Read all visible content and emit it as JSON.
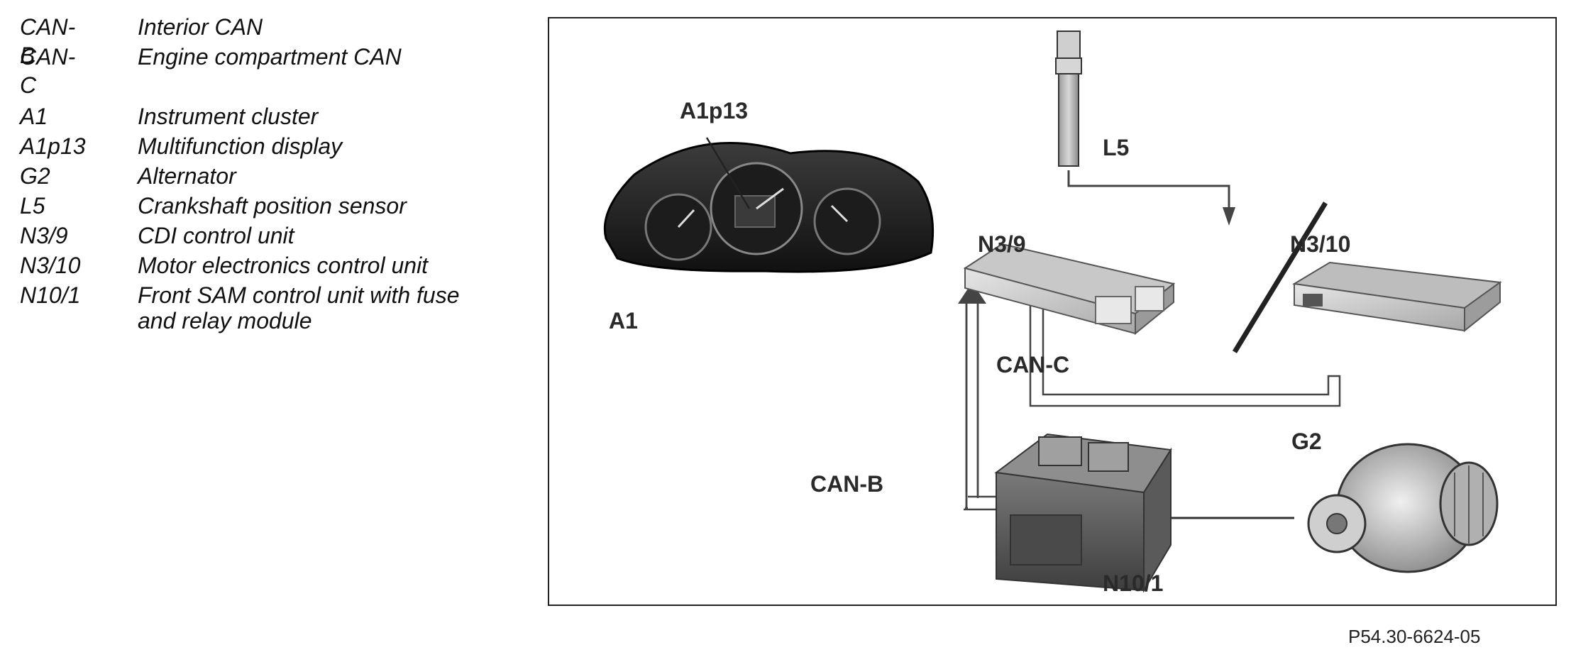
{
  "legend": {
    "buses": [
      {
        "code": "CAN-B",
        "description": "Interior CAN"
      },
      {
        "code": "CAN-C",
        "description": "Engine compartment CAN"
      }
    ],
    "components": [
      {
        "code": "A1",
        "description": "Instrument cluster"
      },
      {
        "code": "A1p13",
        "description": "Multifunction display"
      },
      {
        "code": "G2",
        "description": "Alternator"
      },
      {
        "code": "L5",
        "description": "Crankshaft position sensor"
      },
      {
        "code": "N3/9",
        "description": "CDI control unit"
      },
      {
        "code": "N3/10",
        "description": "Motor electronics control unit"
      },
      {
        "code": "N10/1",
        "description": "Front SAM control unit with fuse",
        "description_line2": "and relay module"
      }
    ]
  },
  "diagram": {
    "labels": {
      "a1": "A1",
      "a1p13": "A1p13",
      "l5": "L5",
      "n3_9": "N3/9",
      "n3_10": "N3/10",
      "g2": "G2",
      "n10_1": "N10/1",
      "can_c": "CAN-C",
      "can_b": "CAN-B"
    }
  },
  "footer": {
    "reference": "P54.30-6624-05"
  }
}
